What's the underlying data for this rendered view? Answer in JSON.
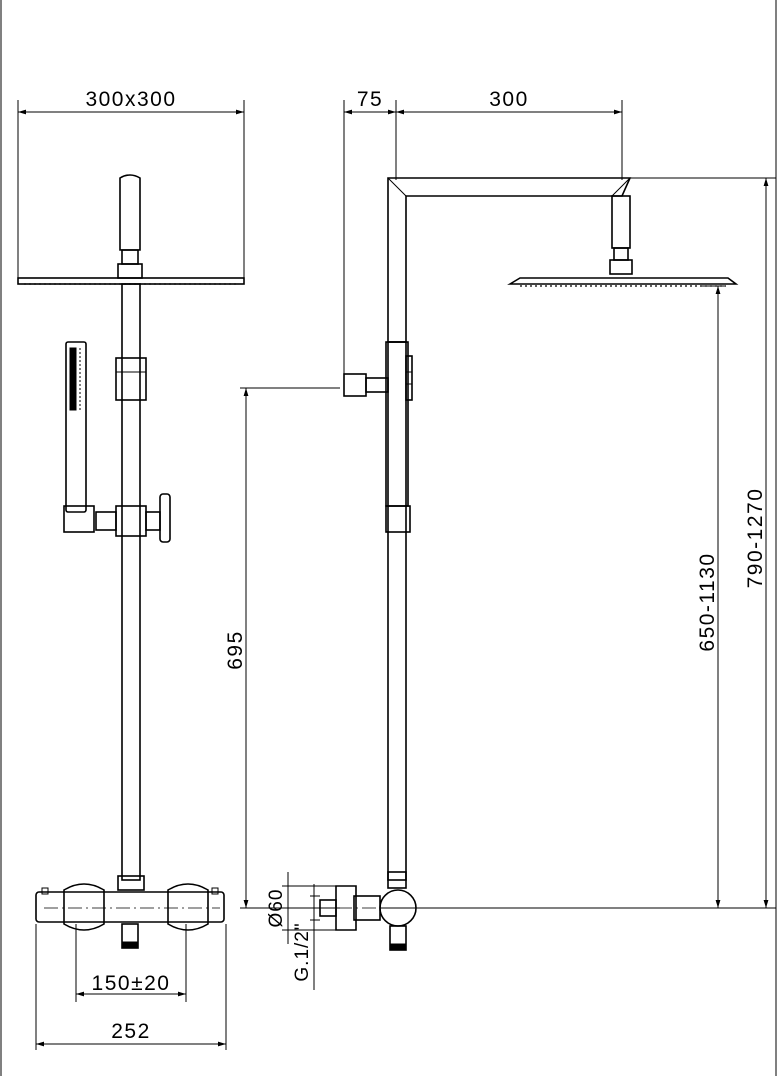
{
  "dimensions": {
    "head_size": "300x300",
    "arm_offset": "75",
    "arm_length": "300",
    "hand_holder_height": "695",
    "head_height": "650-1130",
    "total_height": "790-1270",
    "mixer_centers": "150±20",
    "mixer_width": "252",
    "outlet_diameter": "Ø60",
    "thread": "G.1/2\""
  },
  "colors": {
    "line": "#000000",
    "background": "#ffffff"
  }
}
